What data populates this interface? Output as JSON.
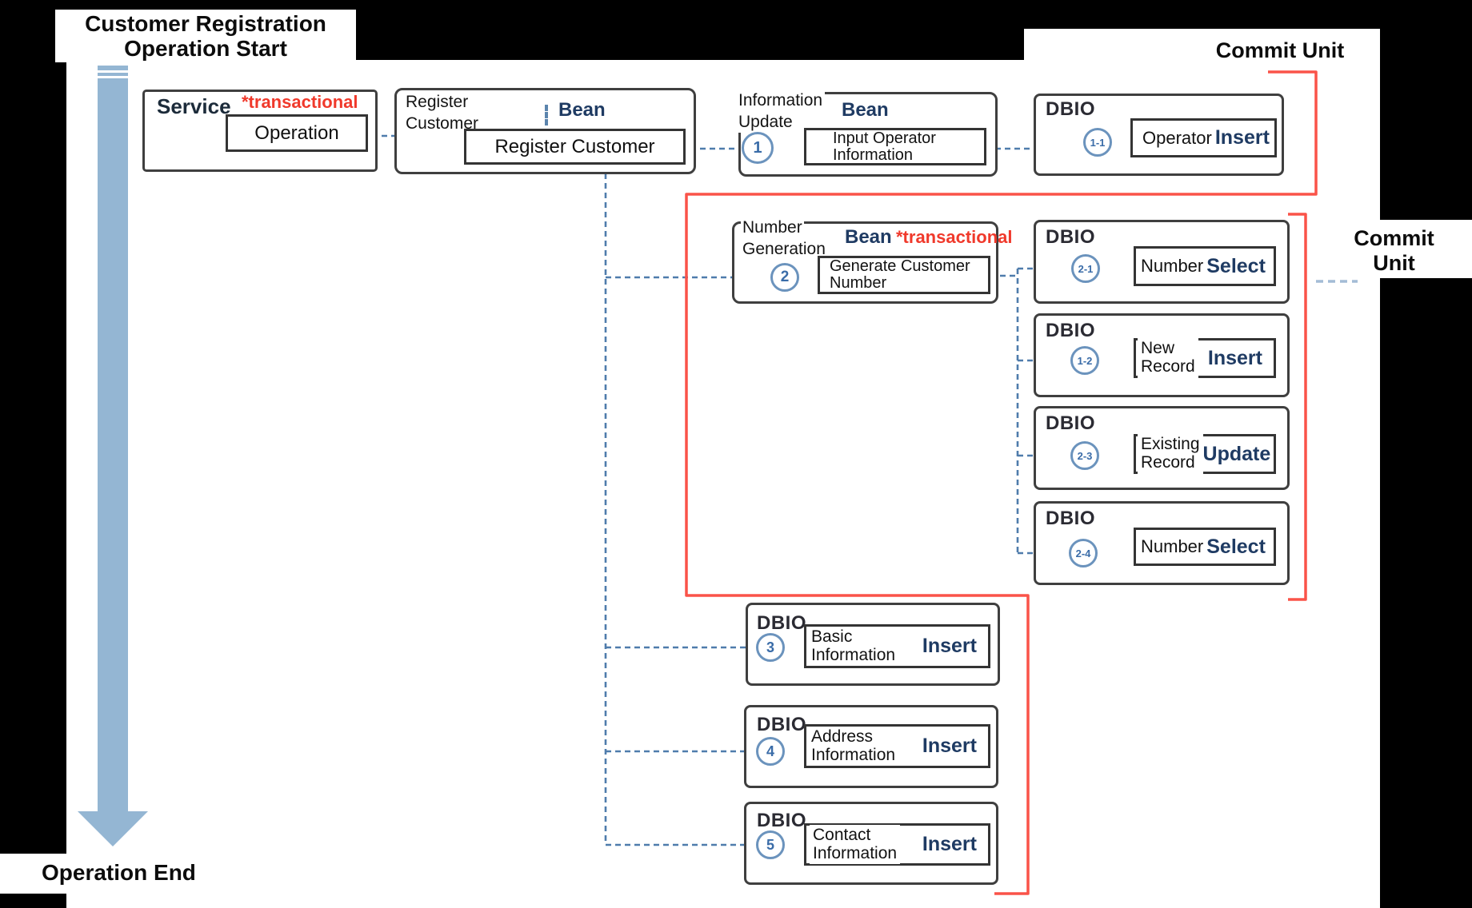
{
  "diagram": {
    "title_line1": "Customer Registration",
    "title_line2": "Operation Start",
    "operation_end": "Operation End",
    "commit_unit_top": "Commit Unit",
    "commit_unit_right_line1": "Commit",
    "commit_unit_right_line2": "Unit"
  },
  "colors": {
    "background": "#000000",
    "annotation_red": "#f0392b",
    "bracket_red": "#fa5349",
    "dash_blue": "#4f7cac",
    "navy_keyword": "#1f3b63",
    "flow_arrow_blue": "#94b6d3"
  },
  "service": {
    "name": "Service",
    "annotation": "*transactional",
    "operation": "Operation"
  },
  "beans": {
    "register": {
      "label_line1": "Register",
      "label_line2": "Customer",
      "type": "Bean",
      "method": "Register Customer"
    },
    "info_update": {
      "label_line1": "Information",
      "label_line2": "Update",
      "step": "1",
      "type": "Bean",
      "method_line1": "Input Operator",
      "method_line2": "Information"
    },
    "number_gen": {
      "label_line1": "Number",
      "label_line2": "Generation",
      "step": "2",
      "type": "Bean",
      "annotation": "*transactional",
      "method_line1": "Generate Customer",
      "method_line2": "Number"
    }
  },
  "dbio_row1": {
    "title": "DBIO",
    "step": "1-1",
    "entity": "Operator",
    "action": "Insert"
  },
  "dbio_group": [
    {
      "title": "DBIO",
      "step": "2-1",
      "entity": "Number",
      "action": "Select"
    },
    {
      "title": "DBIO",
      "step": "1-2",
      "entity_line1": "New",
      "entity_line2": "Record",
      "action": "Insert"
    },
    {
      "title": "DBIO",
      "step": "2-3",
      "entity_line1": "Existing",
      "entity_line2": "Record",
      "action": "Update"
    },
    {
      "title": "DBIO",
      "step": "2-4",
      "entity": "Number",
      "action": "Select"
    }
  ],
  "dbio_bottom": [
    {
      "title": "DBIO",
      "step": "3",
      "entity_line1": "Basic",
      "entity_line2": "Information",
      "action": "Insert"
    },
    {
      "title": "DBIO",
      "step": "4",
      "entity_line1": "Address",
      "entity_line2": "Information",
      "action": "Insert"
    },
    {
      "title": "DBIO",
      "step": "5",
      "entity_line1": "Contact",
      "entity_line2": "Information",
      "action": "Insert"
    }
  ]
}
